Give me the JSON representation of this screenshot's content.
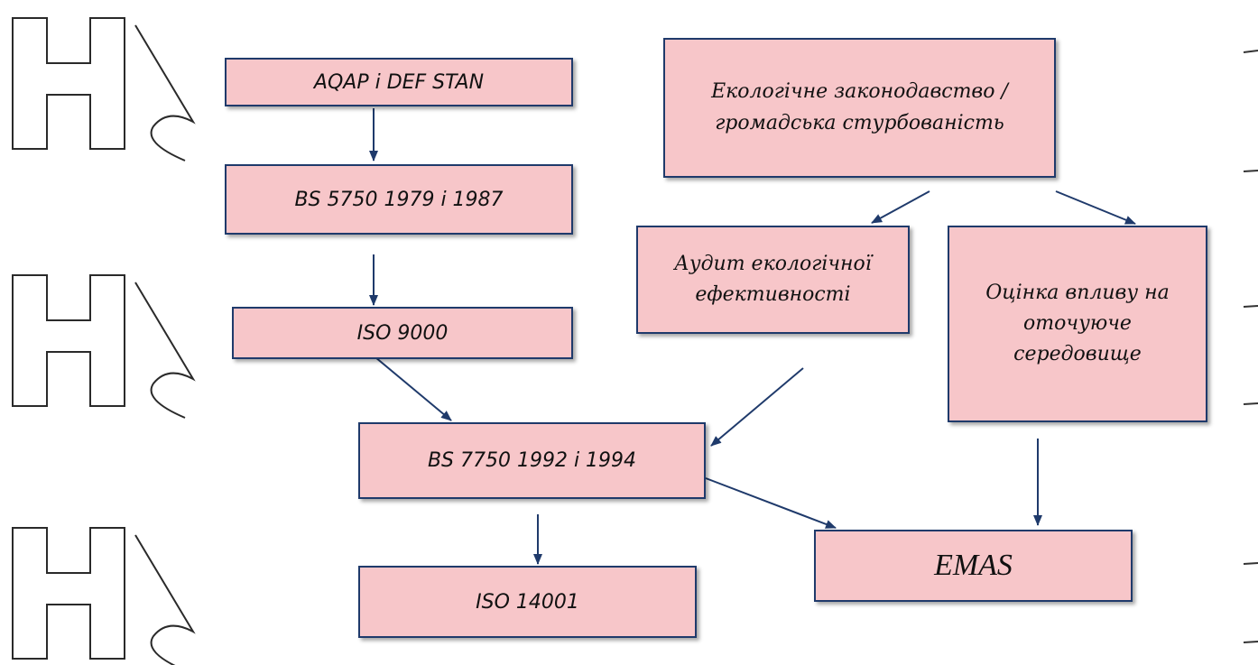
{
  "diagram": {
    "nodes": {
      "aqap": "AQAP і DEF STAN",
      "bs5750": "BS 5750 1979 і 1987",
      "iso9000": "ISO 9000",
      "bs7750": "BS 7750 1992 і 1994",
      "iso14001": "ISO 14001",
      "eco_law": "Екологічне законодавство /\nгромадська стурбованість",
      "audit": "Аудит екологічної\nефективності",
      "impact": "Оцінка впливу на\nоточуюче\nсередовище",
      "emas": "EMAS"
    },
    "colors": {
      "box_fill": "#f7c6c9",
      "box_border": "#1f3a6b",
      "arrow": "#1f3a6b"
    },
    "edges": [
      [
        "aqap",
        "bs5750"
      ],
      [
        "bs5750",
        "iso9000"
      ],
      [
        "iso9000",
        "bs7750"
      ],
      [
        "audit",
        "bs7750"
      ],
      [
        "bs7750",
        "iso14001"
      ],
      [
        "bs7750",
        "emas"
      ],
      [
        "eco_law",
        "audit"
      ],
      [
        "eco_law",
        "impact"
      ],
      [
        "impact",
        "emas"
      ]
    ]
  }
}
